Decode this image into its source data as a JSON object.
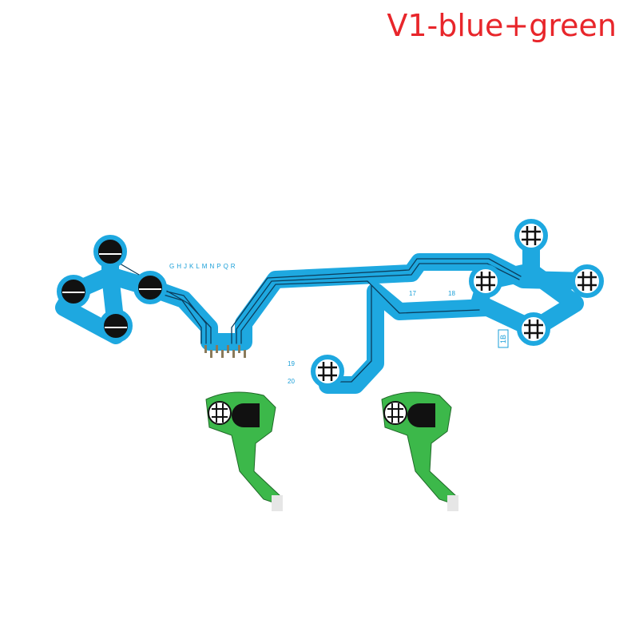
{
  "title": "V1-blue+green",
  "colors": {
    "blue_film": "#1ea8e0",
    "green_pcb": "#3cb84a",
    "title_red": "#e8262b"
  },
  "printed_labels": {
    "letters": "GHJKLMNPQR",
    "n17": "17",
    "n18": "18",
    "n19": "19",
    "n20": "20",
    "code": "1B"
  }
}
